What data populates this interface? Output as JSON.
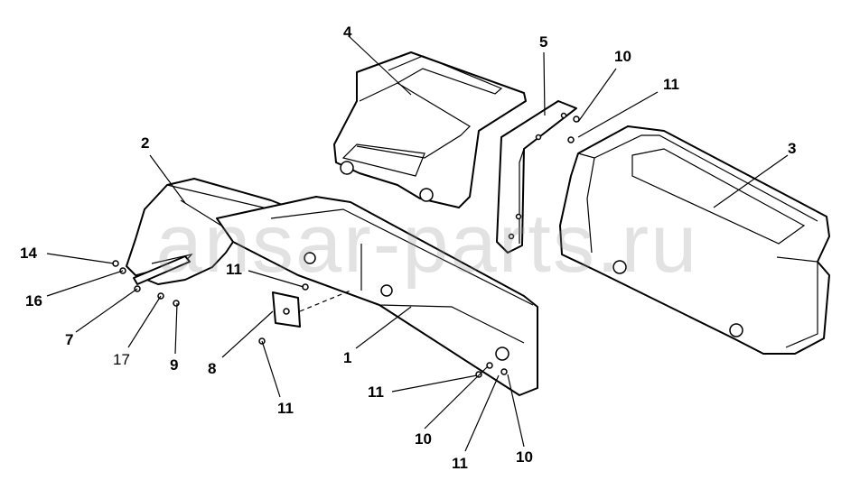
{
  "watermark": "ansar-parts.ru",
  "callouts": {
    "c1": "1",
    "c2": "2",
    "c3": "3",
    "c4": "4",
    "c5": "5",
    "c7": "7",
    "c8": "8",
    "c9": "9",
    "c10a": "10",
    "c10b": "10",
    "c10c": "10",
    "c11a": "11",
    "c11b": "11",
    "c11c": "11",
    "c11d": "11",
    "c11e": "11",
    "c14": "14",
    "c16": "16",
    "c17": "17"
  }
}
